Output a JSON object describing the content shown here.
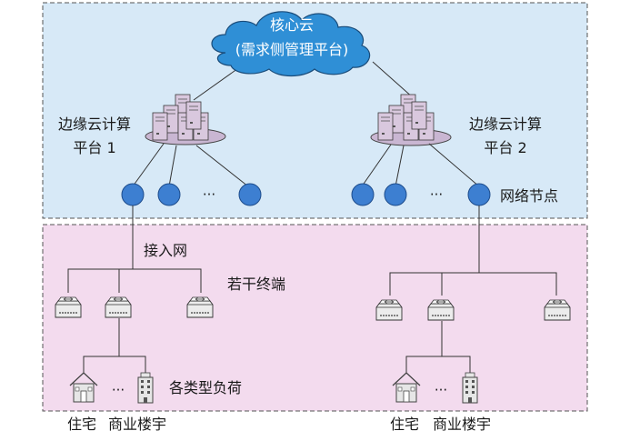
{
  "cloud": {
    "title": "核心云",
    "subtitle": "(需求侧管理平台)"
  },
  "edge_platforms": [
    {
      "line1": "边缘云计算",
      "line2": "平台 1"
    },
    {
      "line1": "边缘云计算",
      "line2": "平台 2"
    }
  ],
  "labels": {
    "network_node": "网络节点",
    "access_network": "接入网",
    "terminals": "若干终端",
    "load_types": "各类型负荷",
    "ellipsis": "···"
  },
  "buildings": [
    {
      "residential": "住宅",
      "commercial": "商业楼宇"
    },
    {
      "residential": "住宅",
      "commercial": "商业楼宇"
    }
  ],
  "colors": {
    "top_region": "#d7e9f7",
    "bottom_region": "#f3dbee",
    "cloud_fill": "#2f8fd6",
    "node_fill": "#3d7fd1",
    "server_fill": "#d7c6dd",
    "router_fill": "#e8e8e8"
  }
}
